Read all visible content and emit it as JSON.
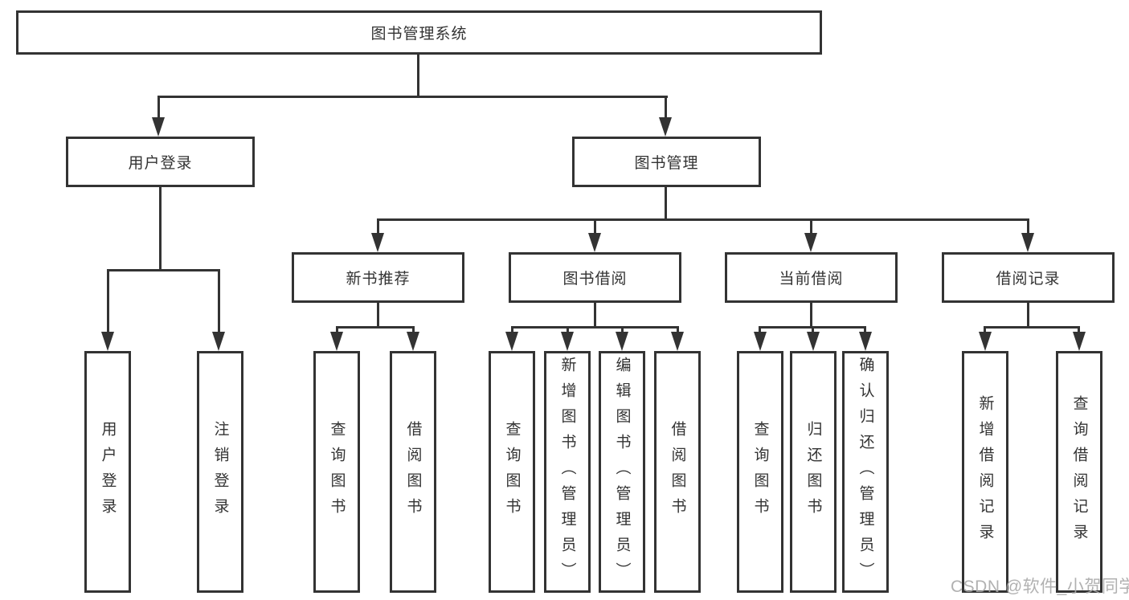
{
  "colors": {
    "line": "#333333",
    "text": "#333333",
    "background": "#ffffff",
    "watermark": "#a8a8a8"
  },
  "diagram": {
    "root": {
      "label": "图书管理系统"
    },
    "level2": [
      {
        "label": "用户登录",
        "children": [
          {
            "label": "用户登录"
          },
          {
            "label": "注销登录"
          }
        ]
      },
      {
        "label": "图书管理",
        "sections": [
          {
            "label": "新书推荐",
            "children": [
              {
                "label": "查询图书"
              },
              {
                "label": "借阅图书"
              }
            ]
          },
          {
            "label": "图书借阅",
            "children": [
              {
                "label": "查询图书"
              },
              {
                "label": "新增图书（管理员）"
              },
              {
                "label": "编辑图书（管理员）"
              },
              {
                "label": "借阅图书"
              }
            ]
          },
          {
            "label": "当前借阅",
            "children": [
              {
                "label": "查询图书"
              },
              {
                "label": "归还图书"
              },
              {
                "label": "确认归还（管理员）"
              }
            ]
          },
          {
            "label": "借阅记录",
            "children": [
              {
                "label": "新增借阅记录"
              },
              {
                "label": "查询借阅记录"
              }
            ]
          }
        ]
      }
    ]
  },
  "watermark": {
    "text": "CSDN @软件_小贺同学"
  }
}
